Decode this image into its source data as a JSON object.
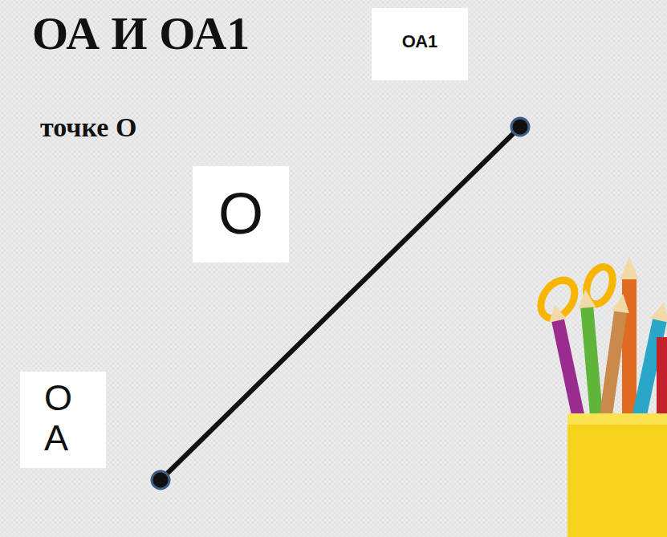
{
  "diagram": {
    "title": "ОА И ОА1",
    "nodes": [
      {
        "text": [
          "ОА1"
        ]
      },
      {
        "text": [
          "О"
        ]
      },
      {
        "text": [
          "О А"
        ]
      }
    ],
    "labels": [
      "точке О"
    ]
  }
}
